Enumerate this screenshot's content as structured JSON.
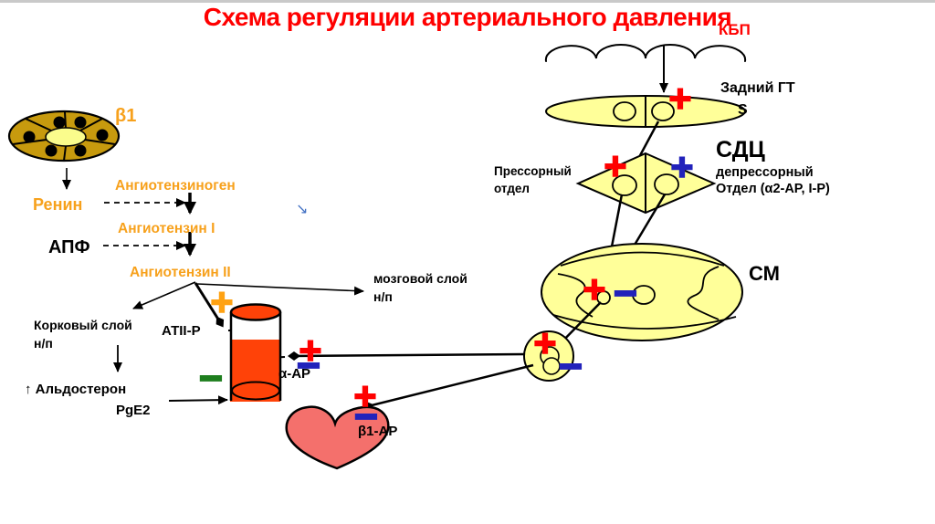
{
  "slide": {
    "title": "Схема регуляции артериального давления"
  },
  "brain": {
    "kbp": "КБП",
    "posterior_ht": "Задний ГТ",
    "s": "S",
    "sdc": "СДЦ",
    "depressor_1": "депрессорный",
    "depressor_2": "Отдел (α2-АР, I-P)",
    "pressor": "Прессорный отдел",
    "sm": "СМ"
  },
  "raas": {
    "beta1": "β1",
    "renin": "Ренин",
    "angiotensinogen": "Ангиотензиноген",
    "angiotensin_i": "Ангиотензин I",
    "ace": "АПФ",
    "angiotensin_ii": "Ангиотензин II"
  },
  "adrenal": {
    "medulla": "мозговой слой н/п",
    "cortex": "Корковый слой н/п",
    "aldosterone": "↑ Альдостерон",
    "pge2": "PgE2"
  },
  "receptors": {
    "atii_r": "АТII-Р",
    "alpha_ar": "α-АР",
    "beta1_ar": "β1-АР"
  },
  "signs": {
    "plus": "+",
    "minus": "−"
  },
  "misc": {
    "stray_arrow": "↘"
  },
  "colors": {
    "title_red": "#ff0000",
    "plus_red": "#ff0000",
    "minus_blue": "#2222bb",
    "minus_green": "#1e7e1e",
    "plus_orange": "#ffa213",
    "orange_text": "#f7a11c",
    "pale_yellow": "#ffff99",
    "cell_gold": "#c79a0e",
    "vessel_fill": "#ff4208",
    "heart_fill": "#f4706c"
  }
}
